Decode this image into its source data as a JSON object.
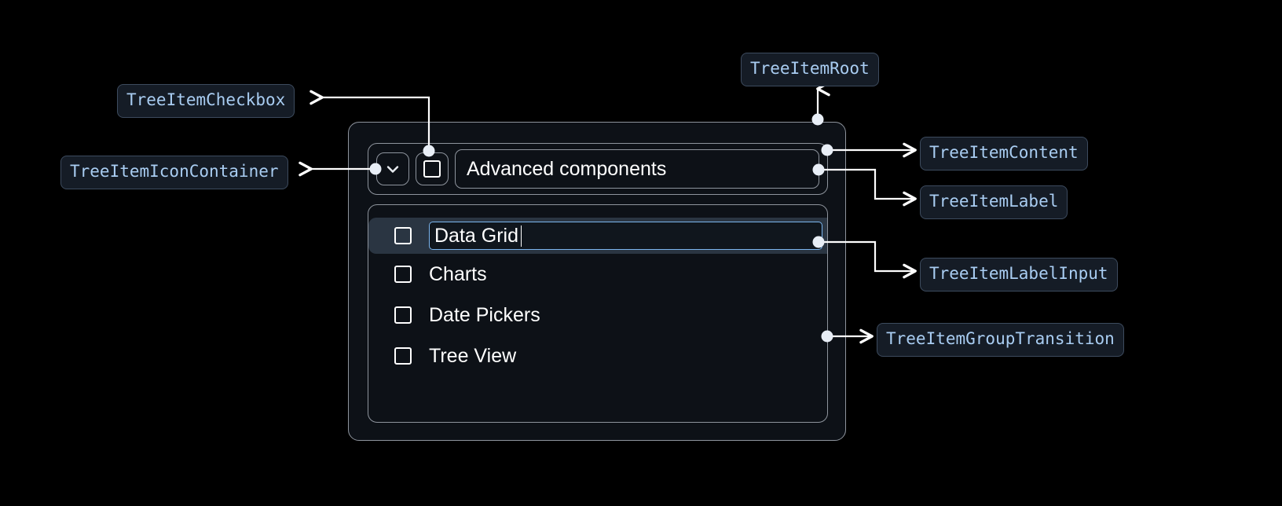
{
  "annotations": [
    {
      "id": "tree-item-checkbox",
      "text": "TreeItemCheckbox"
    },
    {
      "id": "tree-item-icon-container",
      "text": "TreeItemIconContainer"
    },
    {
      "id": "tree-item-root",
      "text": "TreeItemRoot"
    },
    {
      "id": "tree-item-content",
      "text": "TreeItemContent"
    },
    {
      "id": "tree-item-label",
      "text": "TreeItemLabel"
    },
    {
      "id": "tree-item-label-input",
      "text": "TreeItemLabelInput"
    },
    {
      "id": "tree-item-group-transition",
      "text": "TreeItemGroupTransition"
    }
  ],
  "tree": {
    "root_label": "Advanced components",
    "expand_icon": "chevron-down-icon",
    "checkbox_checked": false,
    "children": [
      {
        "label": "Data Grid",
        "checked": false,
        "selected": true,
        "editing": true
      },
      {
        "label": "Charts",
        "checked": false,
        "selected": false,
        "editing": false
      },
      {
        "label": "Date Pickers",
        "checked": false,
        "selected": false,
        "editing": false
      },
      {
        "label": "Tree View",
        "checked": false,
        "selected": false,
        "editing": false
      }
    ]
  },
  "colors": {
    "background": "#000000",
    "surface": "#0d1117",
    "border": "#8e949d",
    "chip_bg": "#151c26",
    "chip_border": "#3d4b5e",
    "chip_text": "#a9cdf2",
    "selected_row": "#2a3542",
    "input_focus_border": "#7cb6ef",
    "connector": "#ffffff",
    "text": "#ffffff"
  }
}
